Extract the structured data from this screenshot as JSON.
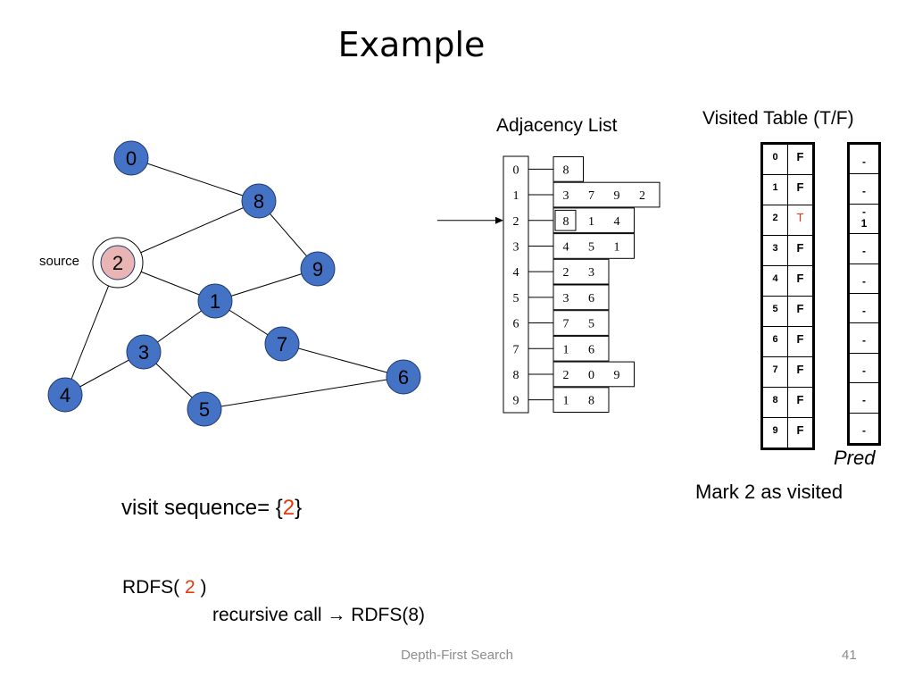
{
  "title": "Example",
  "graph": {
    "source_label": "source",
    "nodes": [
      {
        "id": "0",
        "fill": "#4472c4"
      },
      {
        "id": "8",
        "fill": "#4472c4"
      },
      {
        "id": "2",
        "fill": "#e8b4b4",
        "source": true
      },
      {
        "id": "9",
        "fill": "#4472c4"
      },
      {
        "id": "1",
        "fill": "#4472c4"
      },
      {
        "id": "7",
        "fill": "#4472c4"
      },
      {
        "id": "3",
        "fill": "#4472c4"
      },
      {
        "id": "6",
        "fill": "#4472c4"
      },
      {
        "id": "4",
        "fill": "#4472c4"
      },
      {
        "id": "5",
        "fill": "#4472c4"
      }
    ],
    "edges": [
      [
        "0",
        "8"
      ],
      [
        "8",
        "2"
      ],
      [
        "8",
        "9"
      ],
      [
        "2",
        "1"
      ],
      [
        "2",
        "4"
      ],
      [
        "9",
        "1"
      ],
      [
        "1",
        "3"
      ],
      [
        "1",
        "7"
      ],
      [
        "7",
        "6"
      ],
      [
        "3",
        "4"
      ],
      [
        "3",
        "5"
      ],
      [
        "5",
        "6"
      ]
    ]
  },
  "adjacency": {
    "title": "Adjacency List",
    "rows": [
      {
        "index": "0",
        "list": [
          "8"
        ]
      },
      {
        "index": "1",
        "list": [
          "3",
          "7",
          "9",
          "2"
        ]
      },
      {
        "index": "2",
        "list": [
          "8",
          "1",
          "4"
        ],
        "highlight_first": true
      },
      {
        "index": "3",
        "list": [
          "4",
          "5",
          "1"
        ]
      },
      {
        "index": "4",
        "list": [
          "2",
          "3"
        ]
      },
      {
        "index": "5",
        "list": [
          "3",
          "6"
        ]
      },
      {
        "index": "6",
        "list": [
          "7",
          "5"
        ]
      },
      {
        "index": "7",
        "list": [
          "1",
          "6"
        ]
      },
      {
        "index": "8",
        "list": [
          "2",
          "0",
          "9"
        ]
      },
      {
        "index": "9",
        "list": [
          "1",
          "8"
        ]
      }
    ],
    "pointer_row": "2"
  },
  "visited": {
    "title": "Visited Table (T/F)",
    "rows": [
      {
        "index": "0",
        "value": "F"
      },
      {
        "index": "1",
        "value": "F"
      },
      {
        "index": "2",
        "value": "T",
        "changed": true
      },
      {
        "index": "3",
        "value": "F"
      },
      {
        "index": "4",
        "value": "F"
      },
      {
        "index": "5",
        "value": "F"
      },
      {
        "index": "6",
        "value": "F"
      },
      {
        "index": "7",
        "value": "F"
      },
      {
        "index": "8",
        "value": "F"
      },
      {
        "index": "9",
        "value": "F"
      }
    ],
    "changed_color": "#e8380d"
  },
  "pred": {
    "label": "Pred",
    "values": [
      "-",
      "-",
      "-\n1",
      "-",
      "-",
      "-",
      "-",
      "-",
      "-",
      "-"
    ]
  },
  "status_message": "Mark 2 as visited",
  "visit_sequence": {
    "prefix": "visit sequence= {",
    "value": "2",
    "suffix": "}"
  },
  "call": {
    "prefix": "RDFS( ",
    "arg": "2",
    "suffix": " )"
  },
  "recursive": {
    "text": "recursive call → RDFS(8)"
  },
  "footer": {
    "title": "Depth-First Search",
    "page": "41"
  },
  "colors": {
    "accent": "#e8380d",
    "node_blue": "#4472c4",
    "node_source": "#e8b4b4"
  }
}
